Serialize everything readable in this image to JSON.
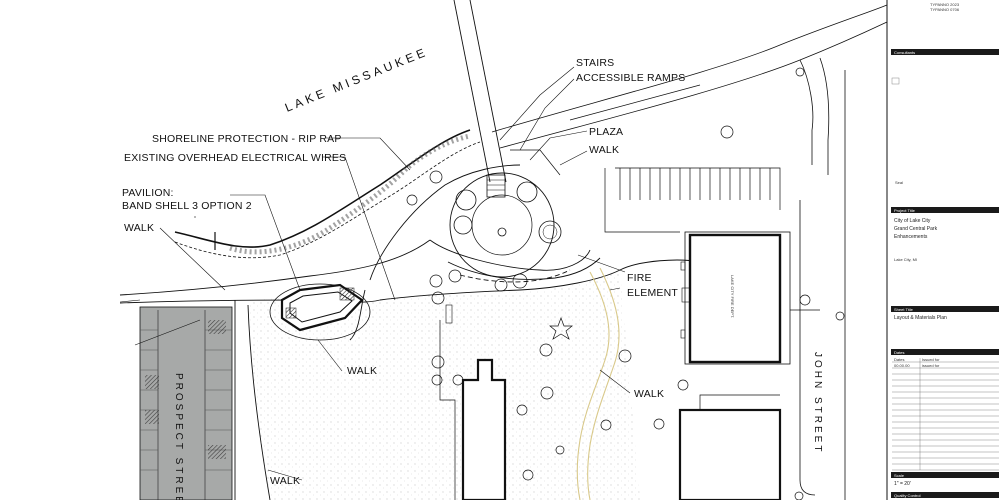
{
  "lake_name": "LAKE MISSAUKEE",
  "labels": {
    "stairs": "STAIRS",
    "ramps": "ACCESSIBLE RAMPS",
    "plaza": "PLAZA",
    "walk_plaza": "WALK",
    "shoreline": "SHORELINE PROTECTION - RIP RAP",
    "wires": "EXISTING OVERHEAD ELECTRICAL WIRES",
    "pavilion_1": "PAVILION:",
    "pavilion_2": "BAND SHELL 3 OPTION 2",
    "walk_left": "WALK",
    "fire_1": "FIRE",
    "fire_2": "ELEMENT",
    "walk_pavilion": "WALK",
    "walk_center": "WALK",
    "walk_bottom": "WALK",
    "prospect_street": "PROSPECT STREET",
    "john_street": "JOHN STREET",
    "fire_dept": "LAKE CITY FIRE DEPT."
  },
  "title_block": {
    "consultants": "Consultants",
    "seal": "Seal",
    "project_title_head": "Project Title",
    "project_line1": "City of Lake City",
    "project_line2": "Grand Central Park",
    "project_line3": "Enhancements",
    "location": "Lake City, MI",
    "sheet_title_head": "Sheet Title",
    "sheet_title": "Layout & Materials Plan",
    "dates_head": "Dates",
    "dates_col1": "Dates",
    "dates_col2": "Issued for",
    "date_value": "00.00.00",
    "issued_value": "issued for",
    "scale_head": "Scale",
    "scale_value": "1\" = 20'",
    "qc_head": "Quality Control"
  },
  "colors": {
    "line": "#111111",
    "parking_fill": "#a7a9a8",
    "hatch_fill": "#6f7170",
    "header_bar": "#1a1a1a"
  }
}
